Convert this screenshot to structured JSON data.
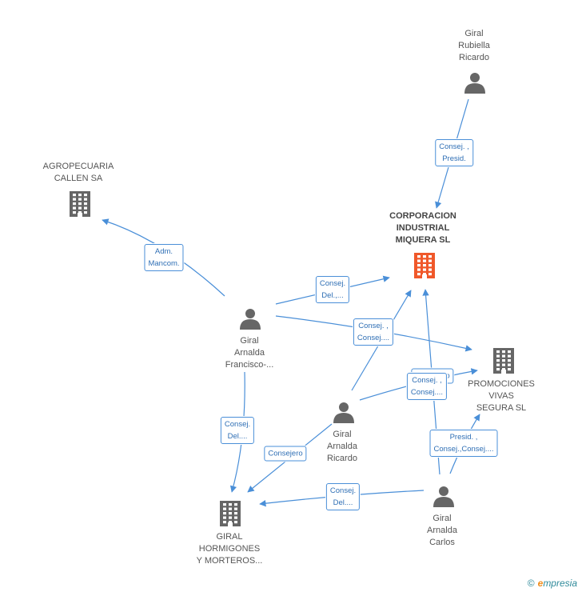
{
  "colors": {
    "edge": "#4a8fd8",
    "person": "#666666",
    "company": "#666666",
    "company_main": "#f0582a"
  },
  "nodes": [
    {
      "id": "giral-rubiella-ricardo",
      "kind": "person",
      "label": "Giral\nRubiella\nRicardo"
    },
    {
      "id": "agropecuaria-callen",
      "kind": "company",
      "label": "AGROPECUARIA\nCALLEN SA"
    },
    {
      "id": "corporacion-industrial",
      "kind": "company_main",
      "label": "CORPORACION\nINDUSTRIAL\nMIQUERA SL"
    },
    {
      "id": "giral-arnalda-francisco",
      "kind": "person",
      "label": "Giral\nArnalda\nFrancisco-..."
    },
    {
      "id": "promociones-vivas",
      "kind": "company",
      "label": "PROMOCIONES\nVIVAS\nSEGURA SL"
    },
    {
      "id": "giral-arnalda-ricardo",
      "kind": "person",
      "label": "Giral\nArnalda\nRicardo"
    },
    {
      "id": "giral-hormigones",
      "kind": "company",
      "label": "GIRAL\nHORMIGONES\nY MORTEROS..."
    },
    {
      "id": "giral-arnalda-carlos",
      "kind": "person",
      "label": "Giral\nArnalda\nCarlos"
    }
  ],
  "edges": [
    {
      "id": "e1",
      "label": "Consej. ,\nPresid."
    },
    {
      "id": "e2",
      "label": "Adm.\nMancom."
    },
    {
      "id": "e3",
      "label": "Consej.\nDel.,..."
    },
    {
      "id": "e4",
      "label": "Consej. ,\nConsej...."
    },
    {
      "id": "e5",
      "label": "Consej.\nDel...."
    },
    {
      "id": "e6",
      "label": "Consejero"
    },
    {
      "id": "e7",
      "label": "Consejero"
    },
    {
      "id": "e8",
      "label": "Consej. ,\nConsej...."
    },
    {
      "id": "e9",
      "label": "Presid. ,\nConsej.,Consej...."
    },
    {
      "id": "e10",
      "label": "Consej.\nDel...."
    }
  ],
  "footer": {
    "copyright": "©",
    "brand_initial": "e",
    "brand_rest": "mpresia"
  }
}
